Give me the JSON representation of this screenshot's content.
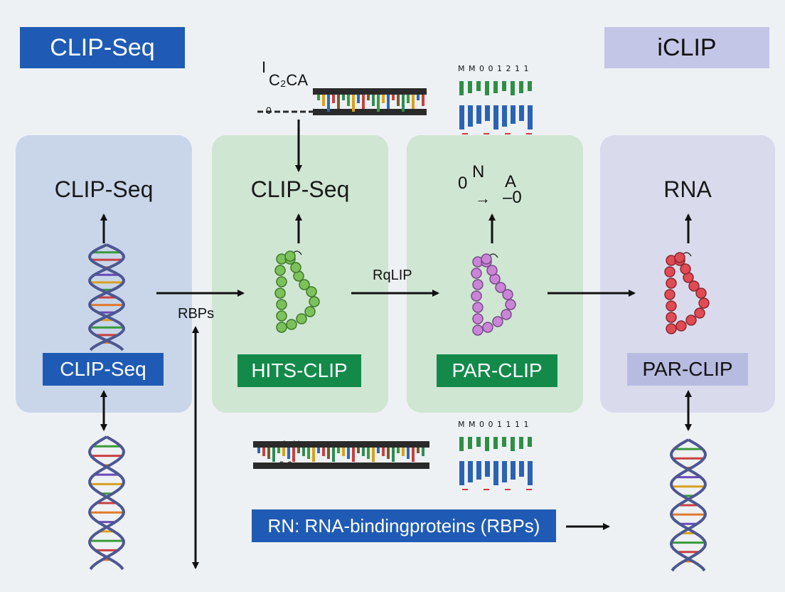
{
  "header": {
    "left_badge": "CLIP-Seq",
    "right_badge": "iCLIP"
  },
  "panels": [
    {
      "title": "CLIP-Seq",
      "tag": "CLIP-Seq",
      "color": "#c9d6ea",
      "tag_color": "#1f5bb5"
    },
    {
      "title": "CLIP-Seq",
      "tag": "HITS-CLIP",
      "color": "#cfe6d2",
      "tag_color": "#138a4a"
    },
    {
      "title": "",
      "tag": "PAR-CLIP",
      "color": "#cfe6d2",
      "tag_color": "#138a4a"
    },
    {
      "title": "RNA",
      "tag": "PAR-CLIP",
      "color": "#d9dbed",
      "tag_color": "#b8bbe0"
    }
  ],
  "flow_labels": {
    "rbps": "RBPs",
    "rqlip": "RqLIP"
  },
  "formula": {
    "i": "I",
    "c2ca": "C₂CA",
    "part_o": "0",
    "part_n": "N",
    "part_a": "A",
    "part_arrow": "→",
    "part_o2": "–0"
  },
  "histograms": {
    "top_header": "M M 0 0 1 2 1 1",
    "bottom_header": "M M 0 0 1 1 1 1"
  },
  "footer_badge": "RN: RNA-bindingproteins (RBPs)",
  "strand_labels": {
    "top_zero": "0",
    "bottom_on": "0–N",
    "bottom_oo": "0 0"
  },
  "colors": {
    "blue_badge": "#1f5bb5",
    "lavender_badge": "#c3c6e6",
    "green_bead": "#7cc25a",
    "purple_bead": "#c985d6",
    "red_bead": "#e24a54",
    "helix": "#4d5790"
  }
}
